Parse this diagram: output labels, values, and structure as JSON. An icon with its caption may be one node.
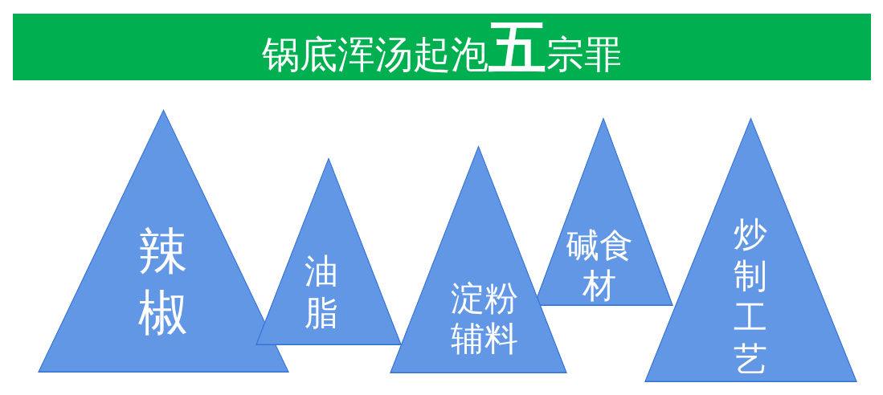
{
  "diagram": {
    "title": "锅底浑汤起泡**五**宗罪",
    "nodes": [
      {
        "text": [
          "辣椒"
        ]
      },
      {
        "text": [
          "油脂"
        ]
      },
      {
        "text": [
          "淀粉辅料"
        ]
      },
      {
        "text": [
          "碱食材"
        ]
      },
      {
        "text": [
          "炒制工艺"
        ]
      }
    ]
  }
}
